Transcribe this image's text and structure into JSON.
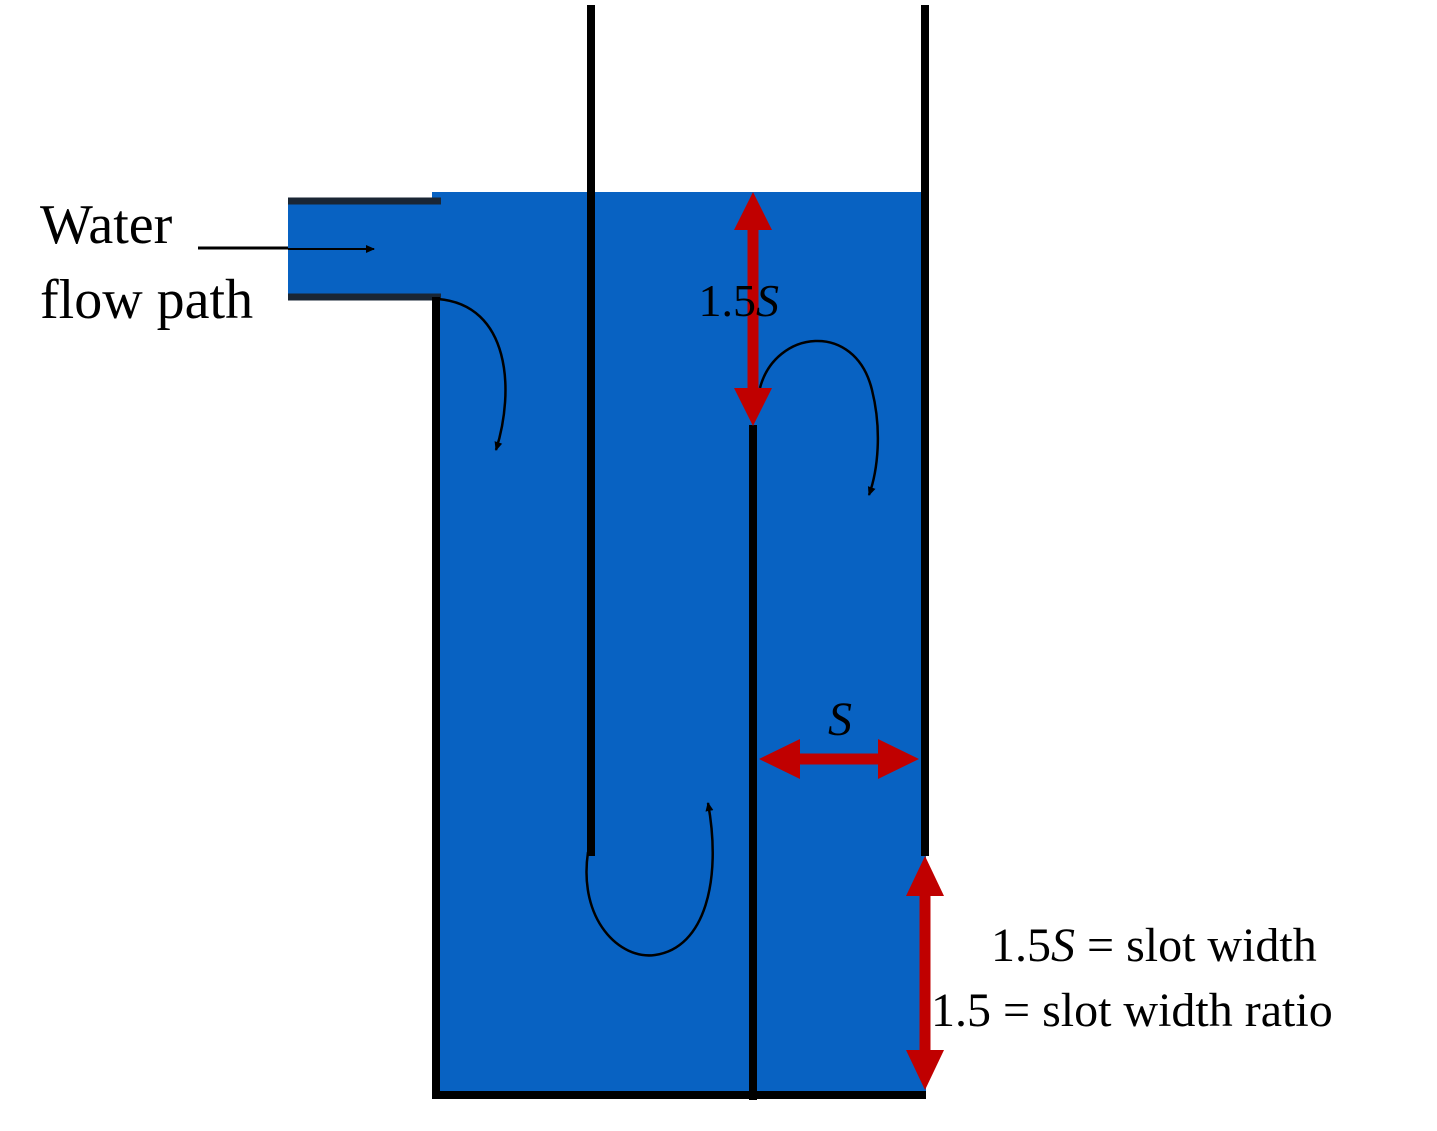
{
  "labels": {
    "water": "Water",
    "flow_path": "flow path",
    "gap_top_num": "1.5",
    "gap_top_var": "S",
    "width_var": "S",
    "slot_width_num": "1.5",
    "slot_width_var": "S",
    "slot_width_rest": " = slot width",
    "slot_ratio": "1.5 = slot width ratio"
  },
  "colors": {
    "water": "#0862c2",
    "walls": "#000000",
    "dimension_arrows": "#c00000",
    "flow_arrows": "#000000"
  },
  "icons": {
    "flow_arrows": "curved-arrow",
    "dimension_arrows": "double-headed-arrow"
  }
}
